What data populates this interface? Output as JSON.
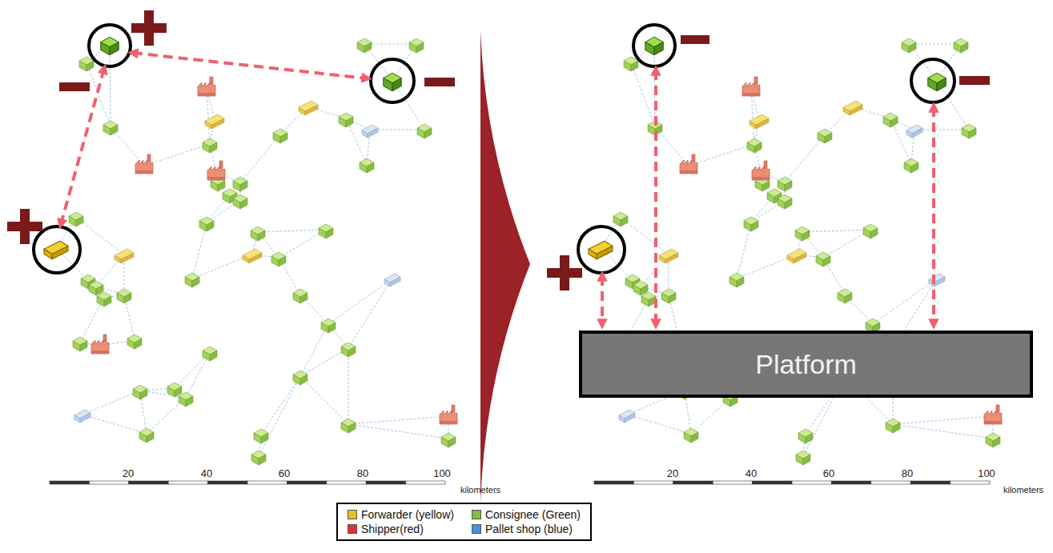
{
  "diagram": {
    "nodes": [
      {
        "text": [
          "Platform"
        ]
      }
    ],
    "labels": [
      "20",
      "40",
      "60",
      "80",
      "100",
      "kilometers",
      "20",
      "40",
      "60",
      "80",
      "100",
      "kilometers"
    ],
    "legend": [
      {
        "text": "Forwarder (yellow)",
        "color": "#e8c020"
      },
      {
        "text": "Consignee (Green)",
        "color": "#7cc040"
      },
      {
        "text": "Shipper(red)",
        "color": "#e03030"
      },
      {
        "text": "Pallet shop (blue)",
        "color": "#4a90e2"
      }
    ]
  }
}
